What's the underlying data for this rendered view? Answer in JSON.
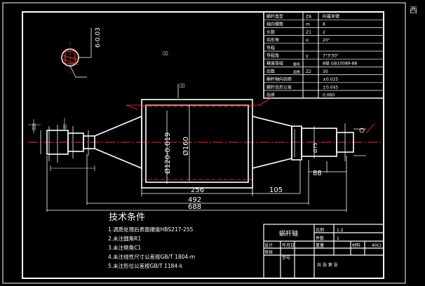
{
  "viewport": {
    "corner_label": "西"
  },
  "param_table": {
    "rows": [
      {
        "name": "蜗杆类型",
        "code": "ZA",
        "value": "阿基米德"
      },
      {
        "name": "轴向模数",
        "code": "m",
        "value": "8"
      },
      {
        "name": "头数",
        "code": "Z1",
        "value": "2"
      },
      {
        "name": "齿形角",
        "code": "α",
        "value": "20°"
      },
      {
        "name": "导程",
        "code": "",
        "value": ""
      },
      {
        "name": "导程角",
        "code": "γ",
        "value": "7°3'30\""
      },
      {
        "name": "精度等级",
        "code": "",
        "value": "8级 GB10089-88"
      },
      {
        "name": "齿数",
        "code": "Z2",
        "value": "30"
      },
      {
        "name": "蜗杆轴向齿距",
        "code": "",
        "value": "±0.025"
      },
      {
        "name": "蜗杆齿形公差",
        "code": "",
        "value": "±0.045"
      },
      {
        "name": "齿厚",
        "code": "",
        "value": "0.060"
      }
    ],
    "sub_labels": [
      "图号",
      "齿数"
    ]
  },
  "dimensions": {
    "d_center": "Ø160",
    "d_shoulder": "Ø120-0.019",
    "len_256": "256",
    "len_105": "105",
    "len_492": "492",
    "len_688": "688",
    "len_88": "88",
    "section_tol": "6-0.03",
    "right_dia": "Ø75"
  },
  "tech_notes": {
    "title": "技术条件",
    "items": [
      "1.调质处理后表面硬度HBS217-255",
      "2.未注圆角R1",
      "3.未注倒角C1",
      "4.未注线性尺寸公差按GB/T 1804-m",
      "5.未注形位公差按GB/T 1184-k"
    ]
  },
  "title_block": {
    "part_name": "蜗杆轴",
    "scale_label": "比例",
    "scale_value": "1:2",
    "qty_label": "件数",
    "qty_value": "1",
    "design_label": "设计",
    "check_label": "审核",
    "weight_label": "重量",
    "material_label": "材料",
    "material_value": "40Cr",
    "sheet_label": "共 张 第 张",
    "school_label": "学号",
    "date_label": "年月日"
  }
}
